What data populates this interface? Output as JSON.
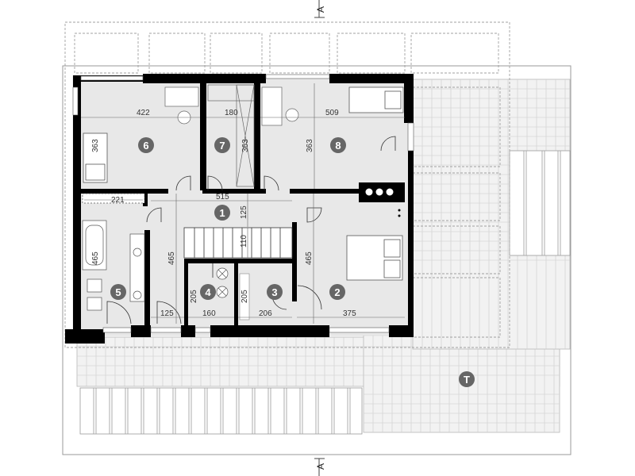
{
  "section_marks": {
    "top": "A",
    "bottom": "A"
  },
  "rooms": [
    {
      "id": "1",
      "label": "1"
    },
    {
      "id": "2",
      "label": "2"
    },
    {
      "id": "3",
      "label": "3"
    },
    {
      "id": "4",
      "label": "4"
    },
    {
      "id": "5",
      "label": "5"
    },
    {
      "id": "6",
      "label": "6"
    },
    {
      "id": "7",
      "label": "7"
    },
    {
      "id": "8",
      "label": "8"
    },
    {
      "id": "T",
      "label": "T"
    }
  ],
  "dimensions": {
    "room6_width": "422",
    "room7_width": "180",
    "room8_width": "509",
    "room6_depth": "363",
    "room7_depth": "363",
    "room8_depth": "363",
    "room5_width": "221",
    "hall_width": "515",
    "hall_depth": "125",
    "stair_depth": "110",
    "room5_depth": "465",
    "hall_left_depth": "465",
    "room2_depth": "465",
    "room4_depth": "205",
    "room3_depth": "205",
    "room5_bottom": "125",
    "room4_width": "160",
    "room3_width": "206",
    "room2_width": "375"
  },
  "colors": {
    "wall": "#000000",
    "badge": "#666666",
    "floor": "#e6e6e6",
    "terrace": "#efefef",
    "grid": "#c8c8c8",
    "dash": "#a0a0a0"
  }
}
